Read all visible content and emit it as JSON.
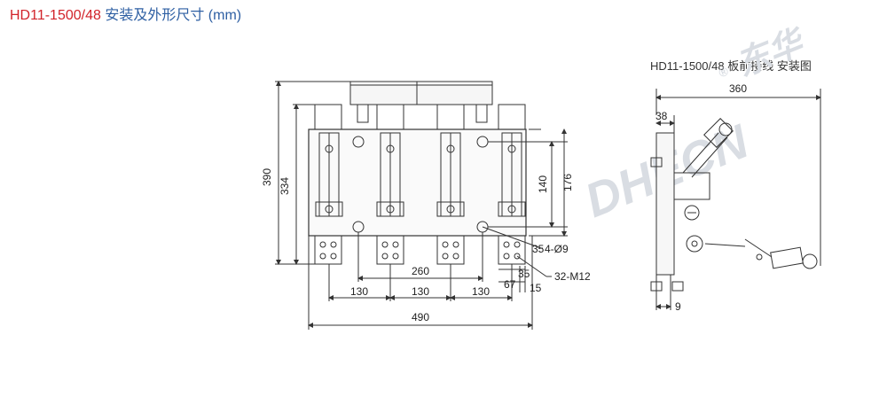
{
  "header": {
    "model_code": "HD11-1500/48",
    "description": "安装及外形尺寸 (mm)"
  },
  "side_view": {
    "title": "HD11-1500/48 板前接线 安装图",
    "dims": {
      "width": "360",
      "offset": "38",
      "bottom": "9"
    }
  },
  "front_view": {
    "dims": {
      "height_outer": "390",
      "height_inner": "334",
      "pitch_1": "130",
      "pitch_2": "130",
      "pitch_3": "130",
      "span": "260",
      "total_width": "490",
      "hole_span_inner": "140",
      "hole_span_outer": "176",
      "edge_35a": "35",
      "edge_35b": "35",
      "edge_67": "67",
      "edge_15": "15"
    },
    "callouts": {
      "mount_holes": "4-Ø9",
      "terminal_bolts": "32-M12"
    }
  },
  "watermark": {
    "brand": "DHECN",
    "mark": "®",
    "cn": "东华"
  },
  "colors": {
    "title_code": "#d2232a",
    "title_desc": "#2e5fa3",
    "line": "#333333"
  }
}
